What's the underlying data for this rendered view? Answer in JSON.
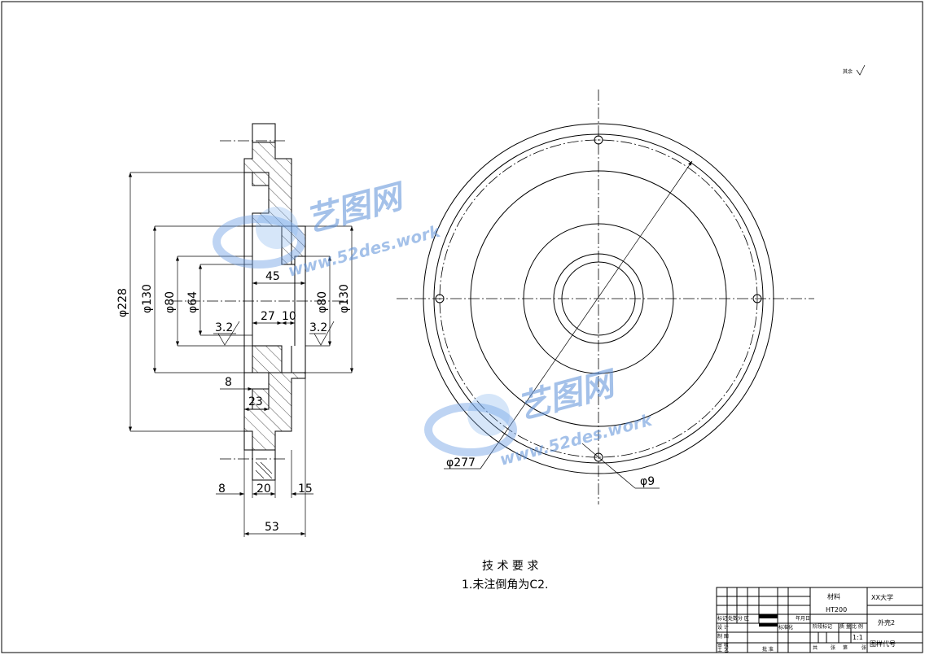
{
  "roughness_note": "其余",
  "dimensions": {
    "d228": "φ228",
    "d130_left": "φ130",
    "d80_left": "φ80",
    "d64": "φ64",
    "d80_right": "φ80",
    "d130_right": "φ130",
    "w45": "45",
    "w27": "27",
    "w10": "10",
    "rough_left": "3.2",
    "rough_right": "3.2",
    "w8_mid": "8",
    "w23": "23",
    "w8_bottom": "8",
    "w20": "20",
    "w15": "15",
    "w53": "53",
    "d277": "φ277",
    "d9": "φ9"
  },
  "notes": {
    "title": "技 术 要 求",
    "line1": "1.未注倒角为C2."
  },
  "title_block": {
    "material_label": "材料",
    "material": "HT200",
    "school": "XX大学",
    "part_name": "外壳2",
    "scale": "1:1",
    "drawing_code": "图样代号",
    "mark": "标记",
    "qty": "处数",
    "zone": "分 区",
    "date": "年月日",
    "design": "设 计",
    "draw": "制 图",
    "check": "审 核",
    "process": "工 艺",
    "std": "标准化",
    "approve": "批 准",
    "stage_mark": "阶段标记",
    "weight": "质 量",
    "ratio": "比 例",
    "total": "共",
    "sheets": "张",
    "sheet": "第",
    "page": "张"
  },
  "watermark": {
    "brand": "艺图网",
    "url": "www.52des.work"
  }
}
